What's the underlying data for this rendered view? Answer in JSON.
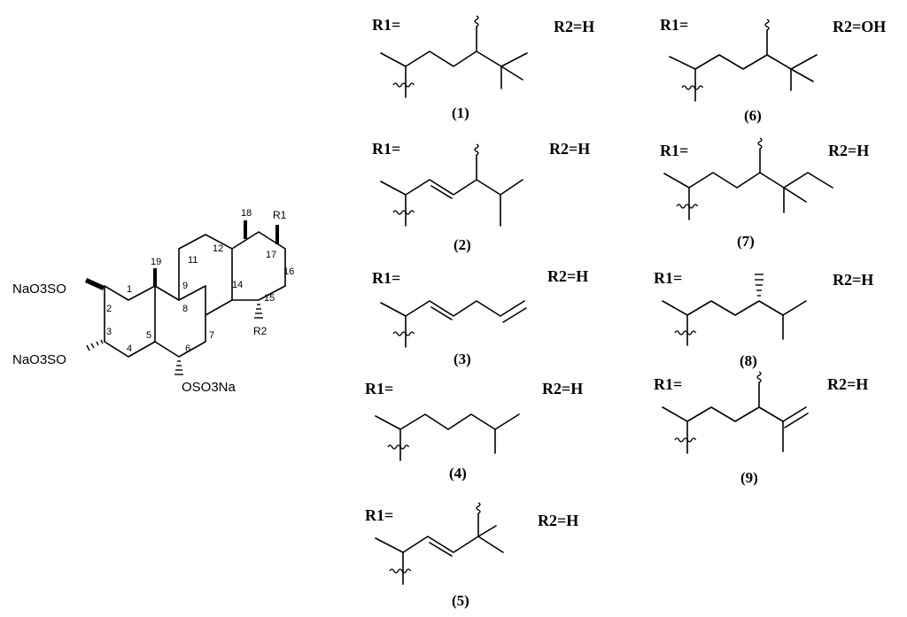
{
  "core": {
    "substituent_2": "NaO3SO",
    "substituent_3": "NaO3SO",
    "substituent_6": "OSO3Na",
    "r1_label": "R1",
    "r2_label": "R2",
    "atom_numbers": [
      "1",
      "2",
      "3",
      "4",
      "5",
      "6",
      "7",
      "8",
      "9",
      "11",
      "12",
      "14",
      "15",
      "16",
      "17",
      "18",
      "19"
    ]
  },
  "compounds": [
    {
      "number": "(1)",
      "r1": "R1=",
      "r2": "R2=H"
    },
    {
      "number": "(2)",
      "r1": "R1=",
      "r2": "R2=H"
    },
    {
      "number": "(3)",
      "r1": "R1=",
      "r2": "R2=H"
    },
    {
      "number": "(4)",
      "r1": "R1=",
      "r2": "R2=H"
    },
    {
      "number": "(5)",
      "r1": "R1=",
      "r2": "R2=H"
    },
    {
      "number": "(6)",
      "r1": "R1=",
      "r2": "R2=OH"
    },
    {
      "number": "(7)",
      "r1": "R1=",
      "r2": "R2=H"
    },
    {
      "number": "(8)",
      "r1": "R1=",
      "r2": "R2=H"
    },
    {
      "number": "(9)",
      "r1": "R1=",
      "r2": "R2=H"
    }
  ]
}
